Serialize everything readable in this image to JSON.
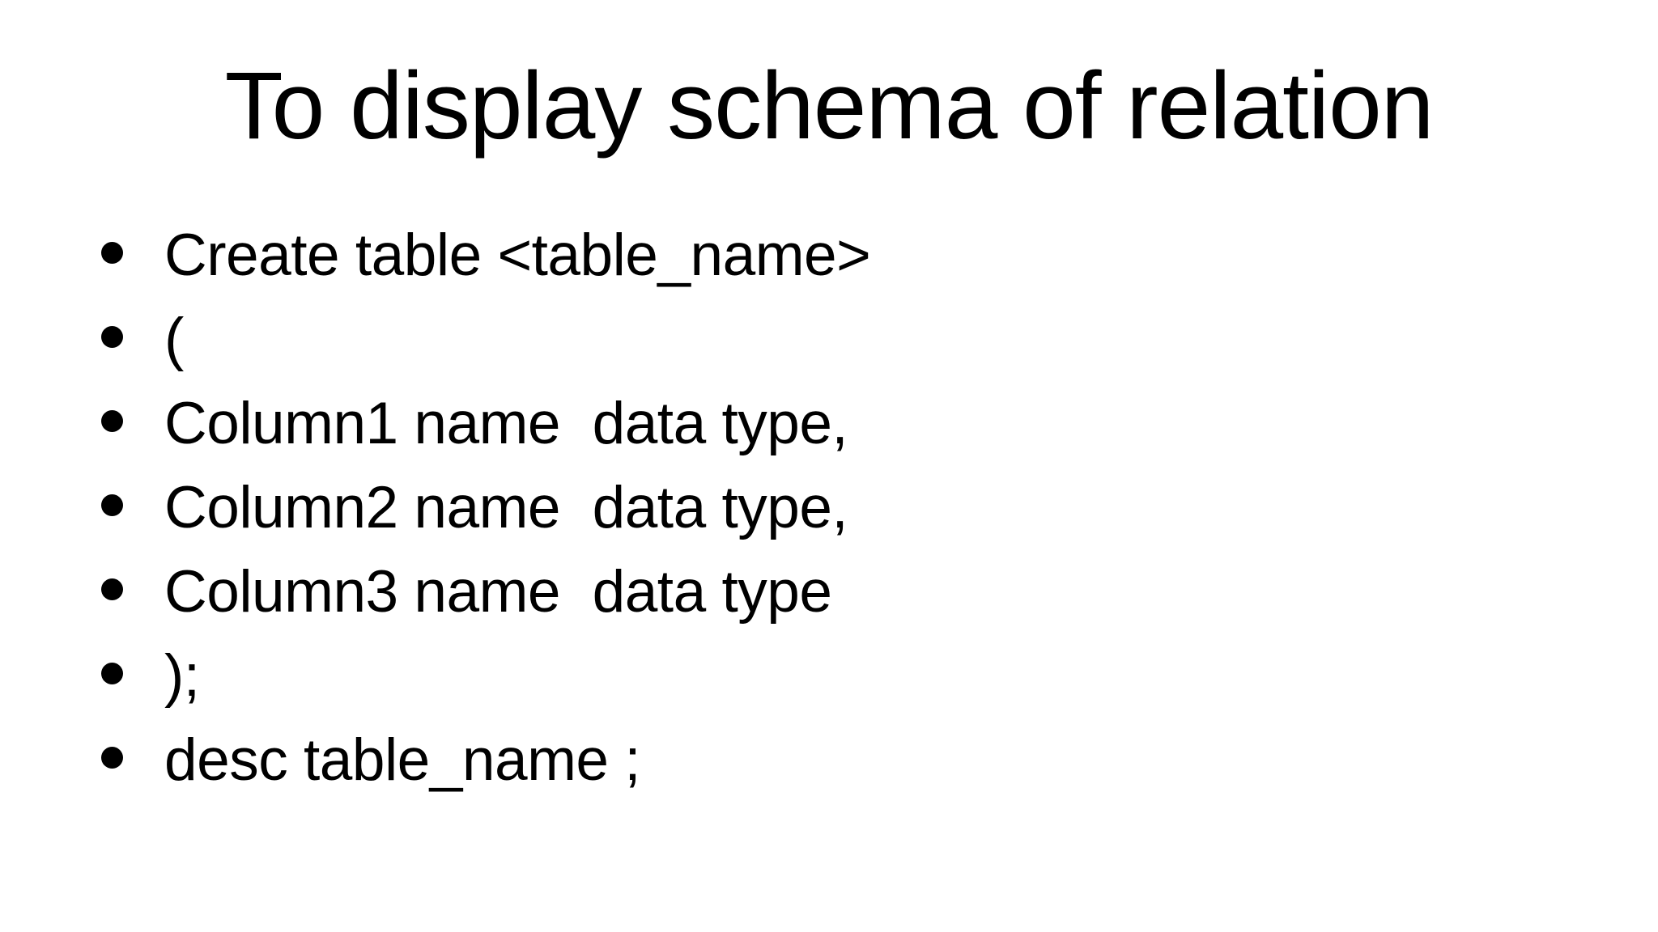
{
  "slide": {
    "title": "To display schema of relation",
    "bullets": [
      "Create table <table_name>",
      "(",
      "Column1 name  data type,",
      "Column2 name  data type,",
      "Column3 name  data type",
      ");",
      "desc table_name ;"
    ],
    "colors": {
      "text": "#000000",
      "background": "#ffffff"
    }
  }
}
